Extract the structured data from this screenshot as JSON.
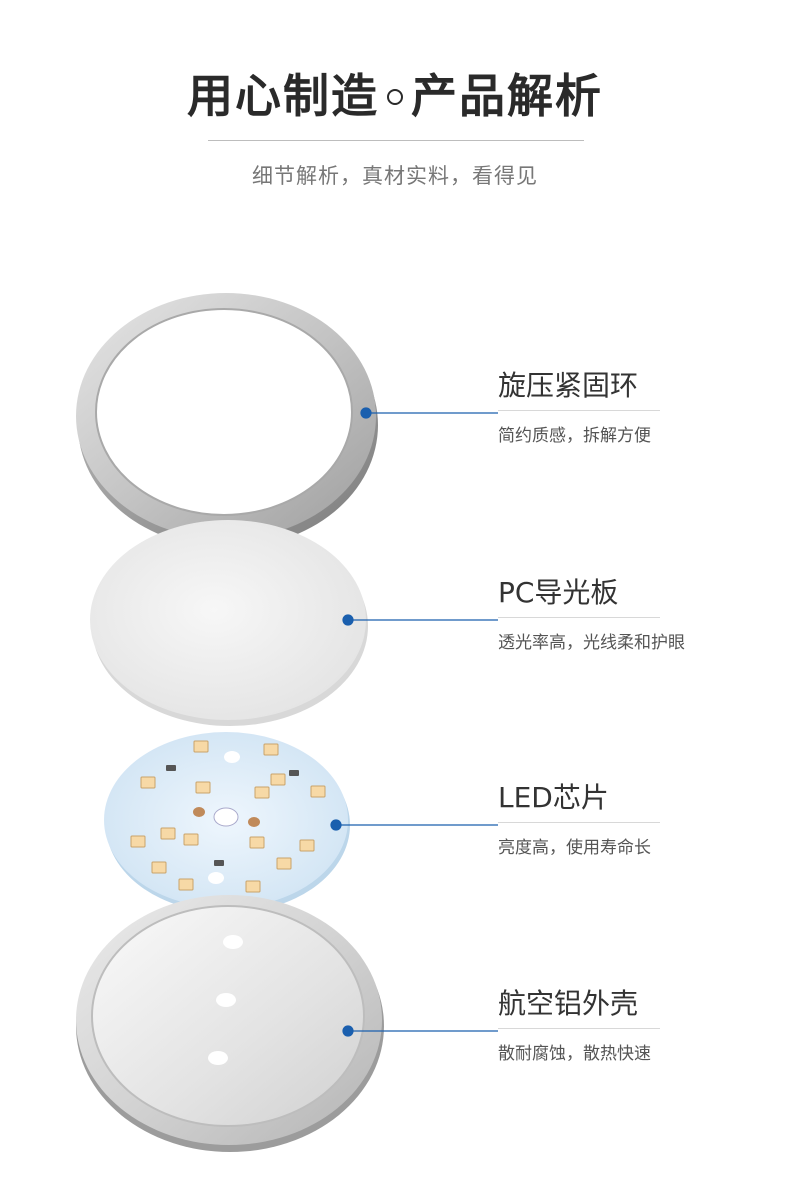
{
  "header": {
    "title_left": "用心制造",
    "title_right": "产品解析",
    "subtitle": "细节解析，真材实料，看得见"
  },
  "colors": {
    "accent": "#1a5fae",
    "title": "#2a2a2a",
    "text": "#555555"
  },
  "parts": [
    {
      "name": "旋压紧固环",
      "desc": "简约质感，拆解方便"
    },
    {
      "name": "PC导光板",
      "desc": "透光率高，光线柔和护眼"
    },
    {
      "name": "LED芯片",
      "desc": "亮度高，使用寿命长"
    },
    {
      "name": "航空铝外壳",
      "desc": "散耐腐蚀，散热快速"
    }
  ]
}
